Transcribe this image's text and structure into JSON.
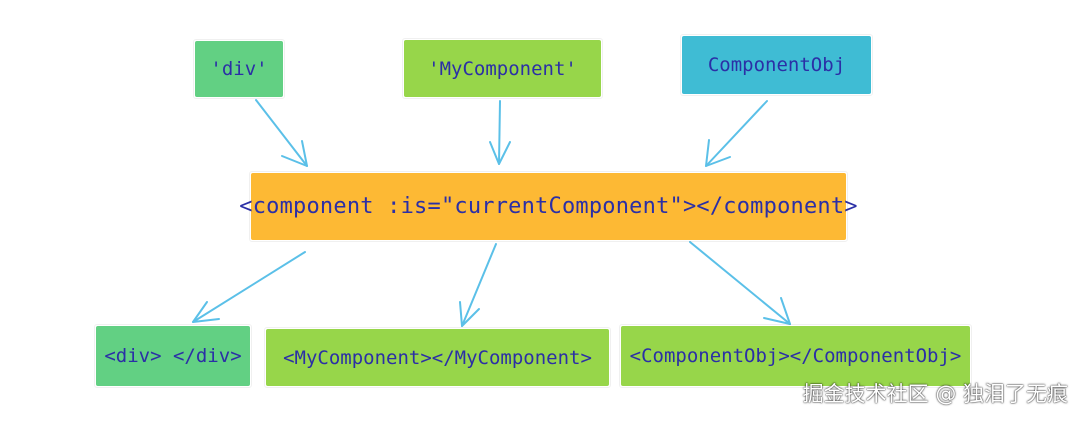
{
  "colors": {
    "green": "#62d083",
    "lime": "#97d64a",
    "cyan": "#3fbcd4",
    "orange": "#fdb934",
    "text": "#2b2fa6",
    "arrow": "#5bc0e8"
  },
  "inputs": {
    "div": "'div'",
    "my_component": "'MyComponent'",
    "component_obj": "ComponentObj"
  },
  "center": {
    "template": "<component :is=\"currentComponent\"></component>"
  },
  "outputs": {
    "div": "<div> </div>",
    "my_component": "<MyComponent></MyComponent>",
    "component_obj": "<ComponentObj></ComponentObj>"
  },
  "watermark": "掘金技术社区 @ 独泪了无痕"
}
